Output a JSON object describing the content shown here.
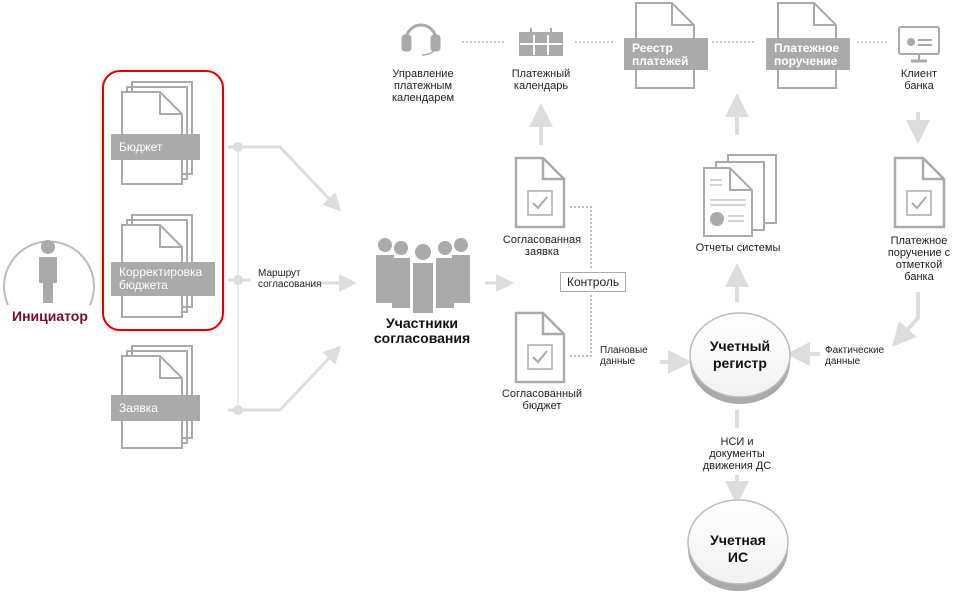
{
  "colors": {
    "accent_red": "#e00000",
    "initiator_text": "#7a0b25",
    "icon_gray": "#aaaaaa",
    "arrow_gray": "#dddddd"
  },
  "initiator": {
    "label": "Инициатор",
    "icon": "person-icon"
  },
  "documents_group": {
    "budget": "Бюджет",
    "budget_correction": "Корректировка бюджета",
    "request": "Заявка"
  },
  "route_label": "Маршрут согласования",
  "participants": {
    "label": "Участники согласования",
    "icon": "group-icon"
  },
  "top_row": {
    "manage_calendar": "Управление платежным календарем",
    "payment_calendar": "Платежный календарь",
    "payment_registry": "Реестр платежей",
    "payment_order": "Платежное поручение",
    "bank_client": "Клиент банка"
  },
  "approved_request": "Согласованная заявка",
  "approved_budget": "Согласованный бюджет",
  "control": "Контроль",
  "planned_data": "Плановые данные",
  "system_reports": "Отчеты системы",
  "accounting_register": "Учетный регистр",
  "actual_data": "Фактические данные",
  "bank_marked_order": "Платежное поручение с отметкой банка",
  "nsi_docs": "НСИ и документы движения ДС",
  "accounting_is": "Учетная ИС"
}
